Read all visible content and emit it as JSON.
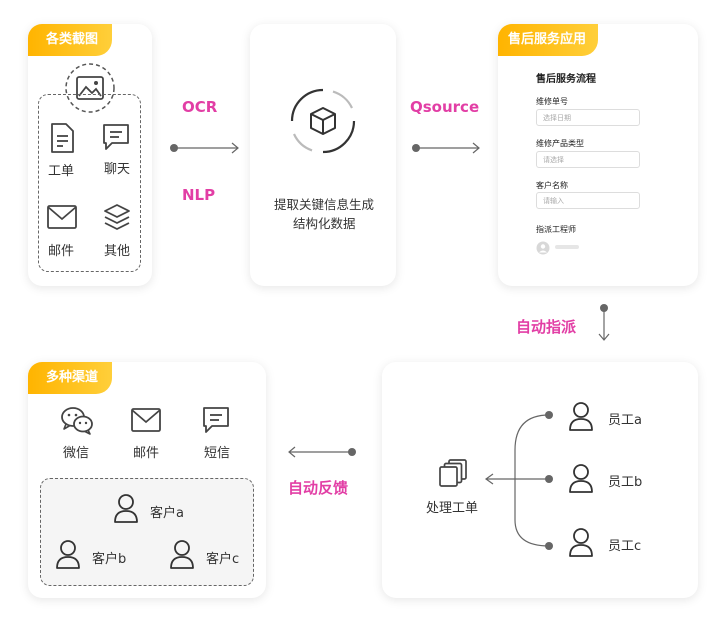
{
  "panels": {
    "screenshots": {
      "tag": "各类截图",
      "items": [
        "工单",
        "聊天",
        "邮件",
        "其他"
      ]
    },
    "extract": {
      "text_line1": "提取关键信息生成",
      "text_line2": "结构化数据"
    },
    "service": {
      "tag": "售后服务应用",
      "form_title": "售后服务流程",
      "fields": [
        {
          "label": "维修单号",
          "placeholder": "选择日期"
        },
        {
          "label": "维修产品类型",
          "placeholder": "请选择"
        },
        {
          "label": "客户名称",
          "placeholder": "请输入"
        }
      ],
      "engineer_label": "指派工程师"
    },
    "channels": {
      "tag": "多种渠道",
      "items": [
        "微信",
        "邮件",
        "短信"
      ],
      "customers": [
        "客户a",
        "客户b",
        "客户c"
      ]
    },
    "workorder": {
      "center": "处理工单",
      "staff": [
        "员工a",
        "员工b",
        "员工c"
      ]
    }
  },
  "arrows": {
    "ocr": "OCR",
    "nlp": "NLP",
    "qsource": "Qsource",
    "auto_assign": "自动指派",
    "auto_feedback": "自动反馈"
  },
  "colors": {
    "tag_gradient_start": "#ffb400",
    "tag_gradient_end": "#ffcf3a",
    "arrow_label": "#e23ea5",
    "line": "#666666"
  }
}
